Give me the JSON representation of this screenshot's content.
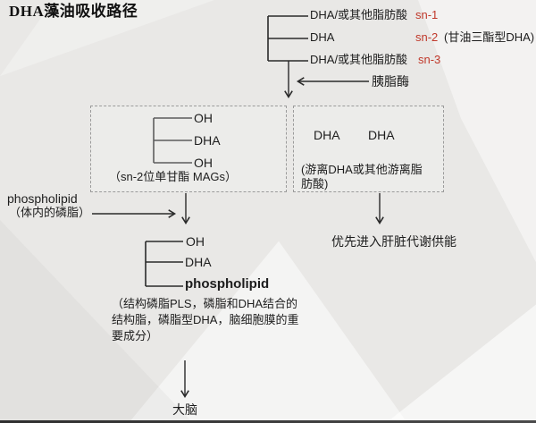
{
  "title": "DHA藻油吸收路径",
  "colors": {
    "sn_label_red": "#c0392b",
    "line_dark": "#2a2a2a",
    "background_gray": "#e9e8e6",
    "box_border_gray": "#9b9b9b"
  },
  "triglyceride": {
    "rows": [
      {
        "chain": "DHA/或其他脂肪酸",
        "sn": "sn-1"
      },
      {
        "chain": "DHA",
        "sn": "sn-2",
        "note": "(甘油三酯型DHA)"
      },
      {
        "chain": "DHA/或其他脂肪酸",
        "sn": "sn-3"
      }
    ]
  },
  "enzyme_label": "胰脂酶",
  "mag_box": {
    "positions": [
      "OH",
      "DHA",
      "OH"
    ],
    "caption": "（sn-2位单甘酯 MAGs）"
  },
  "free_fa_box": {
    "items": [
      "DHA",
      "DHA"
    ],
    "caption_lines": [
      "(游离DHA或其他游离脂",
      "肪酸)"
    ]
  },
  "phospholipid_source": {
    "name": "phospholipid",
    "note": "（体内的磷脂）"
  },
  "structured_lipid": {
    "positions": [
      "OH",
      "DHA",
      "phospholipid"
    ],
    "caption_lines": [
      "（结构磷脂PLS，磷脂和DHA结合的",
      "结构脂，磷脂型DHA，脑细胞膜的重",
      "要成分）"
    ]
  },
  "liver_label": "优先进入肝脏代谢供能",
  "brain_label": "大脑"
}
